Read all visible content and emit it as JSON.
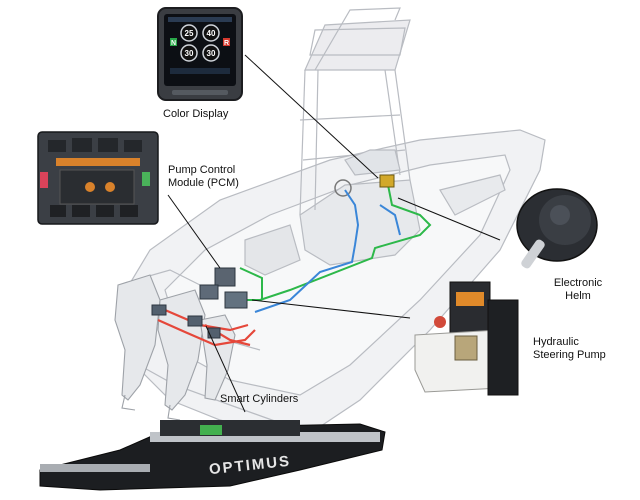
{
  "labels": {
    "color_display": "Color Display",
    "pcm_line1": "Pump Control",
    "pcm_line2": "Module (PCM)",
    "helm_line1": "Electronic",
    "helm_line2": "Helm",
    "pump_line1": "Hydraulic",
    "pump_line2": "Steering Pump",
    "smart_cylinders": "Smart Cylinders"
  },
  "display": {
    "gauges": [
      "25",
      "40",
      "30",
      "30"
    ],
    "left_letter": "N",
    "right_letter": "R"
  },
  "cylinder_brand": "OPTIMUS",
  "colors": {
    "green_line": "#2db84a",
    "blue_line": "#3a86d8",
    "red_line": "#e5473a",
    "boat_outline": "#b9bcc2",
    "boat_fill": "#f1f2f4"
  }
}
